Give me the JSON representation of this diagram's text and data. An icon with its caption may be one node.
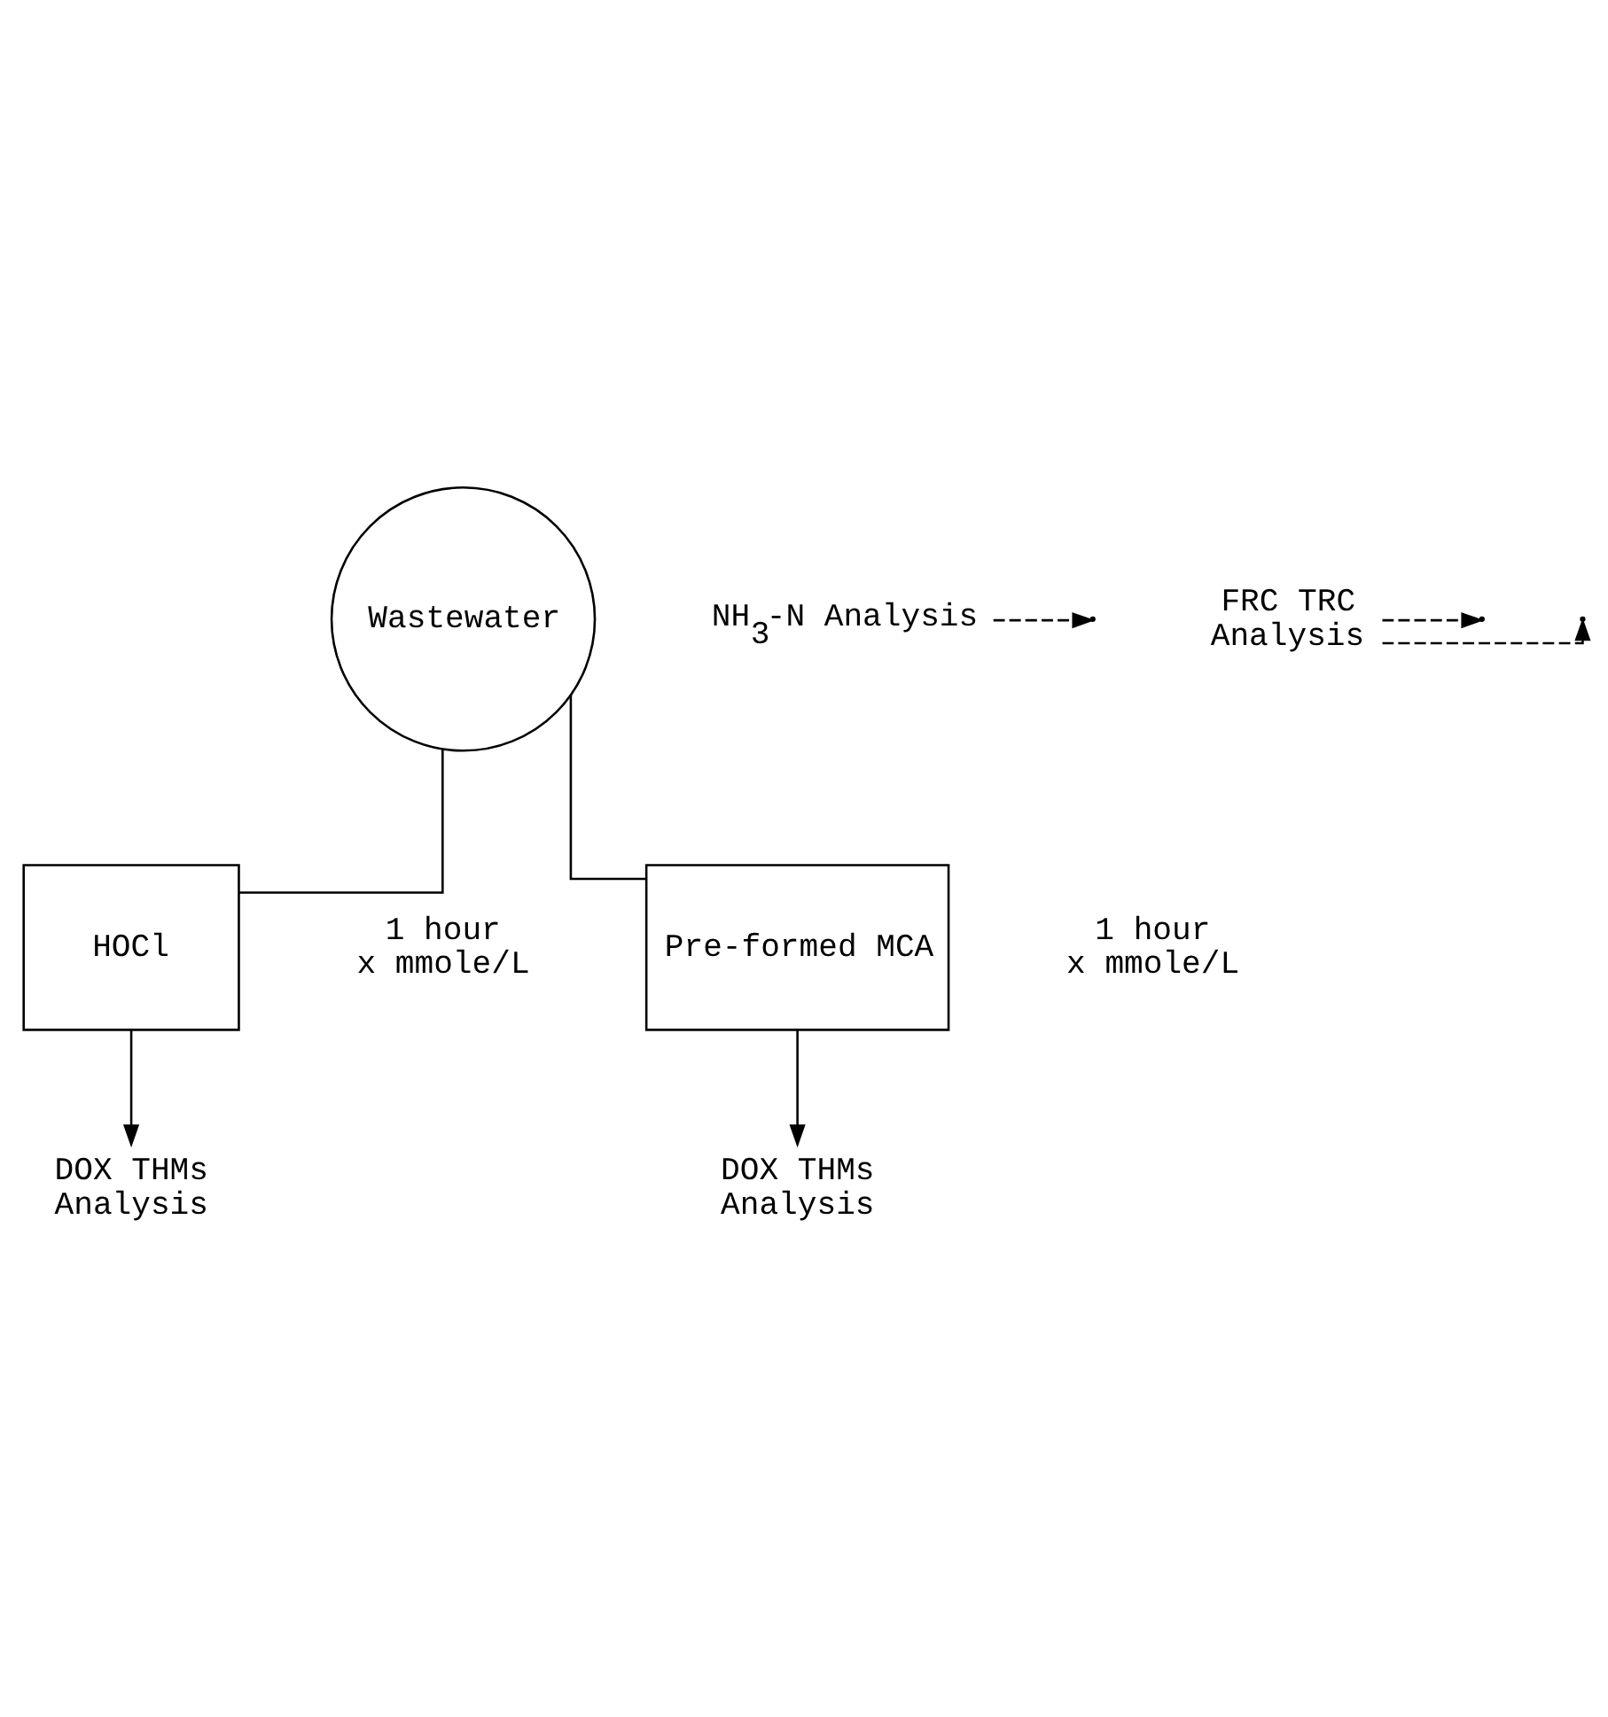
{
  "diagram": {
    "nodes": [
      {
        "text": [
          "Wastewater"
        ]
      },
      {
        "text": [
          "HOCl"
        ],
        "beside": [
          "1 hour",
          "x mmole/L"
        ]
      },
      {
        "text": [
          "Pre-formed MCA"
        ],
        "beside": [
          "1 hour",
          "x mmole/L"
        ]
      },
      {
        "text": [
          "NH$_{3}$-N Analysis"
        ]
      },
      {
        "text": [
          "FRC TRC",
          "Analysis"
        ]
      },
      {
        "text": [
          "DOX THMs",
          "Analysis"
        ]
      },
      {
        "text": [
          "DOX THMs",
          "Analysis"
        ]
      }
    ],
    "edges": [
      {
        "from": 0,
        "to": 1,
        "arrow": "none"
      },
      {
        "from": 0,
        "to": 2,
        "arrow": "none"
      },
      {
        "from": 3,
        "to": null,
        "arrow": "to",
        "style": "dashed"
      },
      {
        "from": 4,
        "to": null,
        "arrow": "to",
        "style": "dashed"
      },
      {
        "from": 4,
        "to": null,
        "arrow": "to",
        "style": "dashed"
      },
      {
        "from": 1,
        "to": 5,
        "arrow": "to"
      },
      {
        "from": 2,
        "to": 6,
        "arrow": "to"
      }
    ]
  }
}
